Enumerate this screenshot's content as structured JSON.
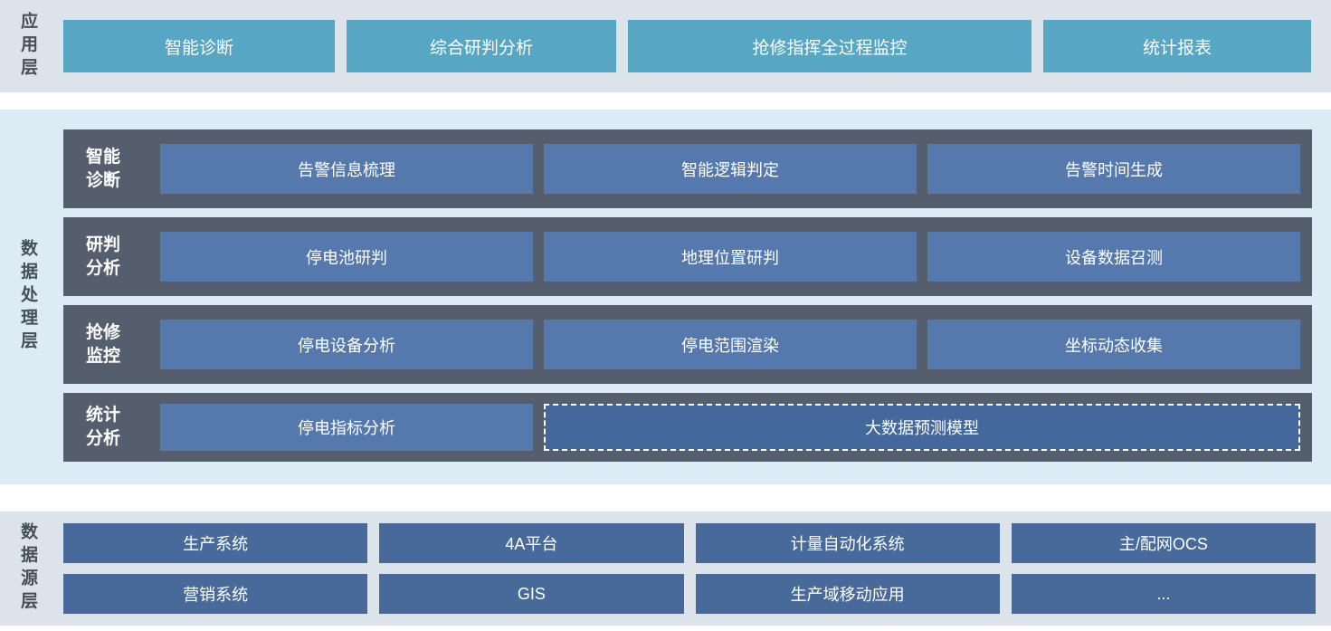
{
  "colors": {
    "band_background": "#dde3eb",
    "processing_band_background": "#ddebf4",
    "app_button": "#57a6c3",
    "row_container": "#545e6d",
    "processing_button": "#5579ac",
    "dashed_button": "#44689c",
    "source_button": "#486a9b",
    "button_text": "#ffffff",
    "layer_label_text": "#454e5b"
  },
  "app_layer": {
    "label": "应用层",
    "buttons": [
      "智能诊断",
      "综合研判分析",
      "抢修指挥全过程监控",
      "统计报表"
    ]
  },
  "processing_layer": {
    "label": "数据处理层",
    "rows": [
      {
        "label": "智能诊断",
        "items": [
          "告警信息梳理",
          "智能逻辑判定",
          "告警时间生成"
        ]
      },
      {
        "label": "研判分析",
        "items": [
          "停电池研判",
          "地理位置研判",
          "设备数据召测"
        ]
      },
      {
        "label": "抢修监控",
        "items": [
          "停电设备分析",
          "停电范围渲染",
          "坐标动态收集"
        ]
      },
      {
        "label": "统计分析",
        "items": [
          "停电指标分析"
        ],
        "dashed_item": "大数据预测模型"
      }
    ]
  },
  "source_layer": {
    "label": "数据源层",
    "rows": [
      [
        "生产系统",
        "4A平台",
        "计量自动化系统",
        "主/配网OCS"
      ],
      [
        "营销系统",
        "GIS",
        "生产域移动应用",
        "..."
      ]
    ]
  }
}
